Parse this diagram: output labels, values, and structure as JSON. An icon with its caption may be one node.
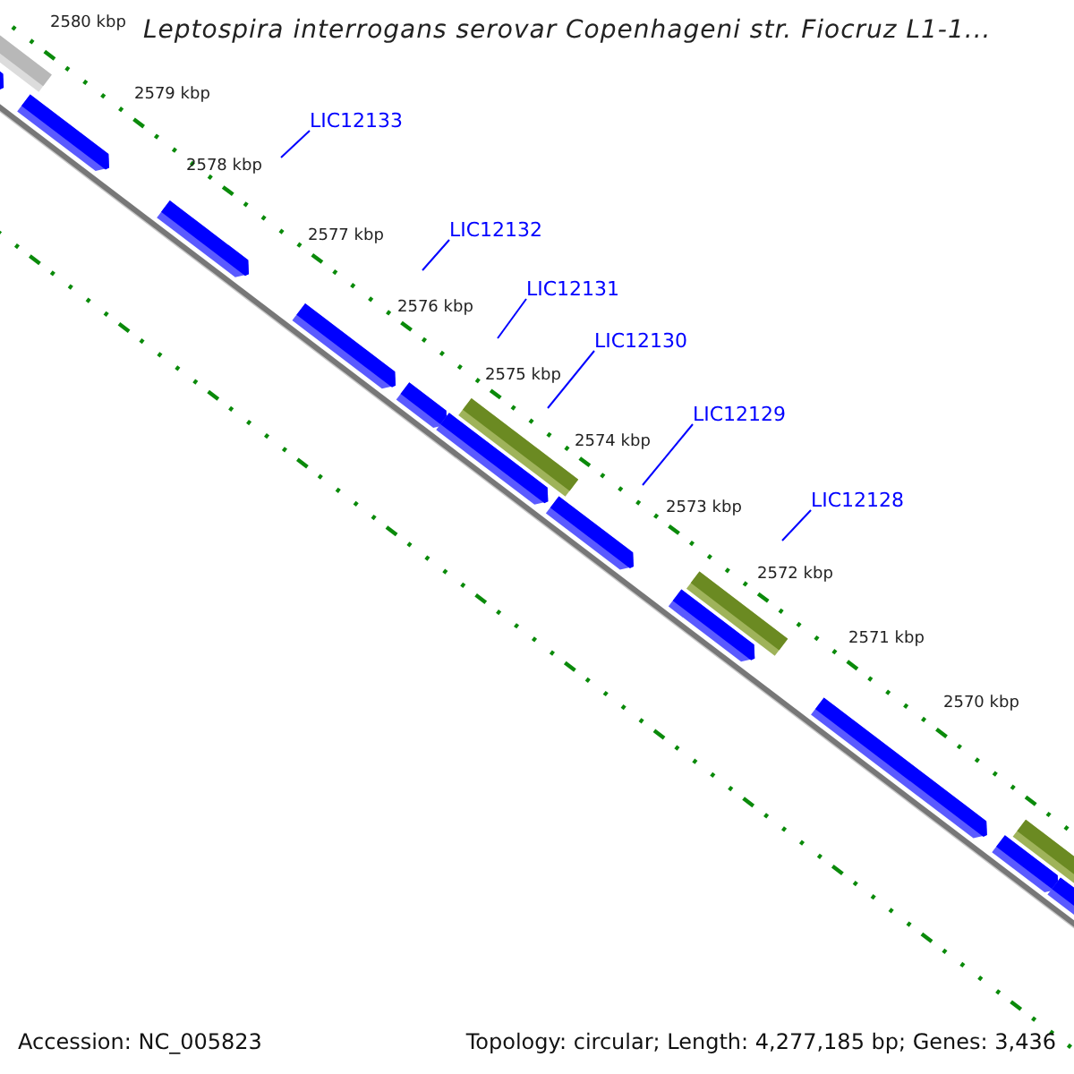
{
  "diagram": {
    "title": "Leptospira interrogans serovar Copenhageni str. Fiocruz L1-1...",
    "nodes": [
      {
        "text": [
          "LIC12133"
        ]
      },
      {
        "text": [
          "LIC12132"
        ]
      },
      {
        "text": [
          "LIC12131"
        ]
      },
      {
        "text": [
          "LIC12130"
        ]
      },
      {
        "text": [
          "LIC12129"
        ]
      },
      {
        "text": [
          "LIC12128"
        ]
      }
    ],
    "edges": [
      {
        "from": 0,
        "to": null,
        "arrow": "none"
      },
      {
        "from": 1,
        "to": null,
        "arrow": "none"
      },
      {
        "from": 2,
        "to": null,
        "arrow": "none"
      },
      {
        "from": 3,
        "to": null,
        "arrow": "none"
      },
      {
        "from": 4,
        "to": null,
        "arrow": "none"
      },
      {
        "from": 5,
        "to": null,
        "arrow": "none"
      }
    ],
    "labels": [
      "2580 kbp",
      "2579 kbp",
      "2578 kbp",
      "2577 kbp",
      "2576 kbp",
      "2575 kbp",
      "2574 kbp",
      "2573 kbp",
      "2572 kbp",
      "2571 kbp",
      "2570 kbp",
      "Accession: NC_005823",
      "Topology: circular; Length: 4,277,185 bp; Genes: 3,436"
    ]
  }
}
